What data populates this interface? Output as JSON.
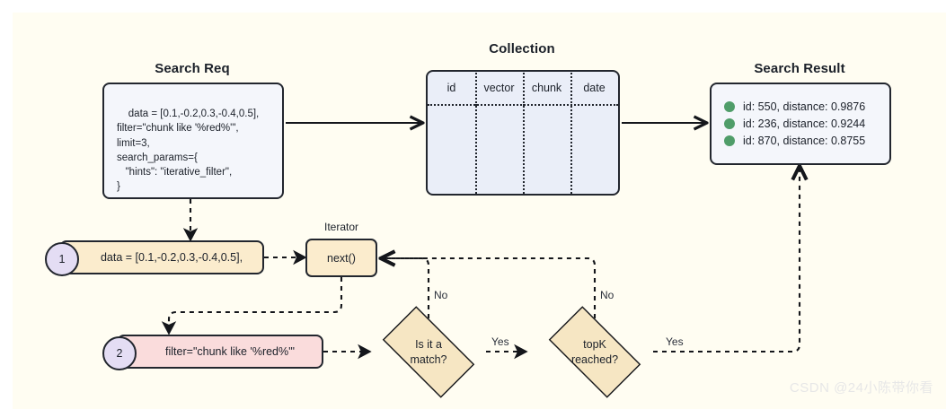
{
  "diagram": {
    "title_search_req": "Search Req",
    "title_collection": "Collection",
    "title_search_result": "Search Result",
    "iterator_label": "Iterator",
    "next_label": "next()"
  },
  "search_req": {
    "code": "data = [0.1,-0.2,0.3,-0.4,0.5],\nfilter=\"chunk like '%red%'\",\nlimit=3,\nsearch_params={\n   \"hints\": \"iterative_filter\",\n}"
  },
  "collection": {
    "columns": [
      "id",
      "vector",
      "chunk",
      "date"
    ]
  },
  "search_result": {
    "rows": [
      "id: 550, distance: 0.9876",
      "id: 236, distance: 0.9244",
      "id: 870, distance: 0.8755"
    ]
  },
  "steps": [
    {
      "badge": "1",
      "text": "data = [0.1,-0.2,0.3,-0.4,0.5],"
    },
    {
      "badge": "2",
      "text": "filter=\"chunk like '%red%'\""
    }
  ],
  "decisions": [
    {
      "line1": "Is it a",
      "line2": "match?"
    },
    {
      "line1": "topK",
      "line2": "reached?"
    }
  ],
  "edge_labels": {
    "no_match": "No",
    "yes_match": "Yes",
    "no_topk": "No",
    "yes_topk": "Yes"
  },
  "colors": {
    "yellow_fill": "#fbeccd",
    "pink_fill": "#fadcdc",
    "badge_fill": "#e4ddf4",
    "box_fill": "#f4f6fb",
    "table_fill": "#eaeef8",
    "diamond_fill": "#f6e6c3",
    "dot_green": "#4f9d69",
    "stroke": "#22262e"
  },
  "watermark": "CSDN @24小陈带你看"
}
